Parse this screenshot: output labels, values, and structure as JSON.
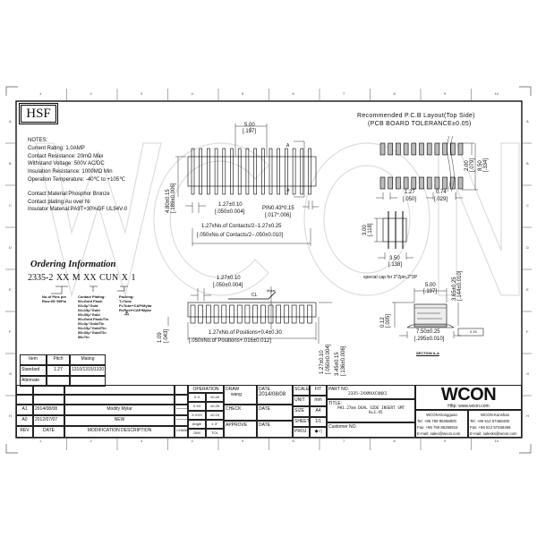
{
  "watermark": "WCON",
  "zones": {
    "numbers": [
      "1",
      "2",
      "3",
      "4",
      "5",
      "6",
      "7",
      "8",
      "9",
      "10"
    ],
    "letters": [
      "A",
      "B",
      "C",
      "D",
      "E",
      "F",
      "G",
      "H"
    ]
  },
  "logo": "HSF",
  "notes": {
    "heading": "NOTES:",
    "lines": [
      "Current Rating: 1.0AMP",
      "Contact Resistance: 20mΩ Max",
      "Withstand Voltage: 500V AC/DC",
      "Insulation Resistance: 1000MΩ Min",
      "Operation Temperature: -40℃ to +105℃"
    ],
    "materials": [
      "Contact Material:Phosphor Bronze",
      "Contact plating:Au over Ni",
      "Insulator Material:PA9T+30%GF UL94V-0"
    ]
  },
  "ordering": {
    "title": "Ordering Information",
    "code": "2335-2 XX M XX CUN X 1",
    "pins": "No.of Pins per Row:05~50Pin",
    "plating_title": "Contact Plating:",
    "plating": [
      "00=Gold Flash",
      "03=3μ\"Gold",
      "04=15μ\"Gold",
      "05=30μ\"Gold",
      "50=Gold Flash/Tin",
      "53=3μ\"Gold/Tin",
      "54=15μ\"Gold/Tin",
      "55=30μ\"Gold/Tin",
      "58=Tin"
    ],
    "packing_title": "Packing:",
    "packing": [
      "T=Tube",
      "P=Tube+CAP/Mylar",
      "R=Reel+CAP/Mylar"
    ]
  },
  "spec_table": {
    "headers": [
      "Item",
      "Pitch",
      "Mating"
    ],
    "rows": [
      [
        "Standard",
        "1.27",
        "1310/1315/1320"
      ],
      [
        "Alternate",
        "",
        ""
      ]
    ]
  },
  "top_view": {
    "w": "5.00",
    "w_in": "[.197]",
    "section": "A",
    "h": "4.80±0.15",
    "h_in": "[.189±0.006]",
    "pitch": "1.27±0.10",
    "pitch_in": "[.050±0.004]",
    "pin": "PIN0.43*0.15",
    "pin_in": "[.017*.006]",
    "len": "1.27xNo.of Contacts/2−1.27±0.25",
    "len_in": "[.050xNo.of Contacts/2−.050±0.010]"
  },
  "side_view": {
    "pitch": "1.27±0.10",
    "pitch_in": "[.050±0.004]",
    "cl": "CL",
    "mylar": "Mylar",
    "len": "1.27xNo.of Positions+0.4±0.30",
    "len_in": "[.050xNo.of Positions+.016±0.012]",
    "h1": "1.09",
    "h1_in": "[.043]",
    "h2": "1.27±0.10",
    "h2_in": "[.050±0.004]",
    "h3": "3.45±0.15",
    "h3_in": "[.136±0.006]"
  },
  "pcb": {
    "title": "Recommended P.C.B Layout(Top Side)",
    "tolerance": "(PCB BOARD TOLERANCE±0.05)",
    "d1": "2.00",
    "d1_in": "[.079]",
    "d2": "8.50",
    "d2_in": "[.334]",
    "pitch": "1.27",
    "pitch_in": "[.050]",
    "pad": "0.74",
    "pad_in": "[.029]"
  },
  "cap": {
    "h": "3.00",
    "h_in": "[.118]",
    "w": "3.50",
    "w_in": "[.138]",
    "note": "special cap for 2*2pin,2*3P"
  },
  "section": {
    "w": "5.00",
    "w_in": "[.197]",
    "h": "3.65±0.25",
    "h_in": "[.144±0.010]",
    "t": "0.12",
    "t_in": "[.005]",
    "base": "7.50±0.25",
    "base_in": "[.295±0.010]",
    "flatness": "0.15",
    "label": "SECTION A-A"
  },
  "title_block": {
    "revisions": [
      {
        "rev": "A1",
        "date": "2014/08/08",
        "desc": "Modify Mylar",
        "change": "———"
      },
      {
        "rev": "A0",
        "date": "2012/07/07",
        "desc": "NEW",
        "change": "———"
      }
    ],
    "headers": {
      "rev": "REV",
      "date": "DATE",
      "desc": "MODIFICATION DESCRIPTION",
      "change": "CHANGE"
    },
    "operation": "OPERATION",
    "tol": [
      [
        "X.X",
        "±0.40"
      ],
      [
        "X.XX",
        "±0.25"
      ],
      [
        "X.XXX",
        "±0.15"
      ],
      [
        "Angle",
        "± 3°"
      ]
    ],
    "dim": "DIM",
    "tol_label": "TOL",
    "draw": "DRAW",
    "drawer": "wang",
    "check": "CHECK",
    "approve": "APPROVE",
    "date_label": "DATE",
    "draw_date": "2014/08/08",
    "scale": "SCALE",
    "scale_val": "FIT",
    "unit": "UNIT",
    "unit_val": "mm",
    "size": "SIZE",
    "size_val": "A4",
    "sheet": "SHEET",
    "sheet_val": "1/1",
    "proj": "PROJ.",
    "proj_val": "◆◁",
    "part_label": "PART NO.",
    "part_no": "2335-2XXMXXCUNX1",
    "title_label": "TITLE:",
    "title1": "PH1.27mm DUAL SIDE INSERT SMT",
    "title2": "H=3.45",
    "customer": "Customer NO.",
    "company": "WCON",
    "url": "Http: www.wcon.com",
    "offices": [
      {
        "name": "WCON-Dongguan",
        "tel": "Tel: +86 769 85358800",
        "fax": "Fax: +86 769 85358915",
        "email": "E-mail: sales@wcon.com"
      },
      {
        "name": "WCON-Kunshan",
        "tel": "Tel: +86 512 57468408",
        "fax": "Fax: +86 512 57468468",
        "email": "E-mail: salesks@wcon.com"
      }
    ]
  }
}
